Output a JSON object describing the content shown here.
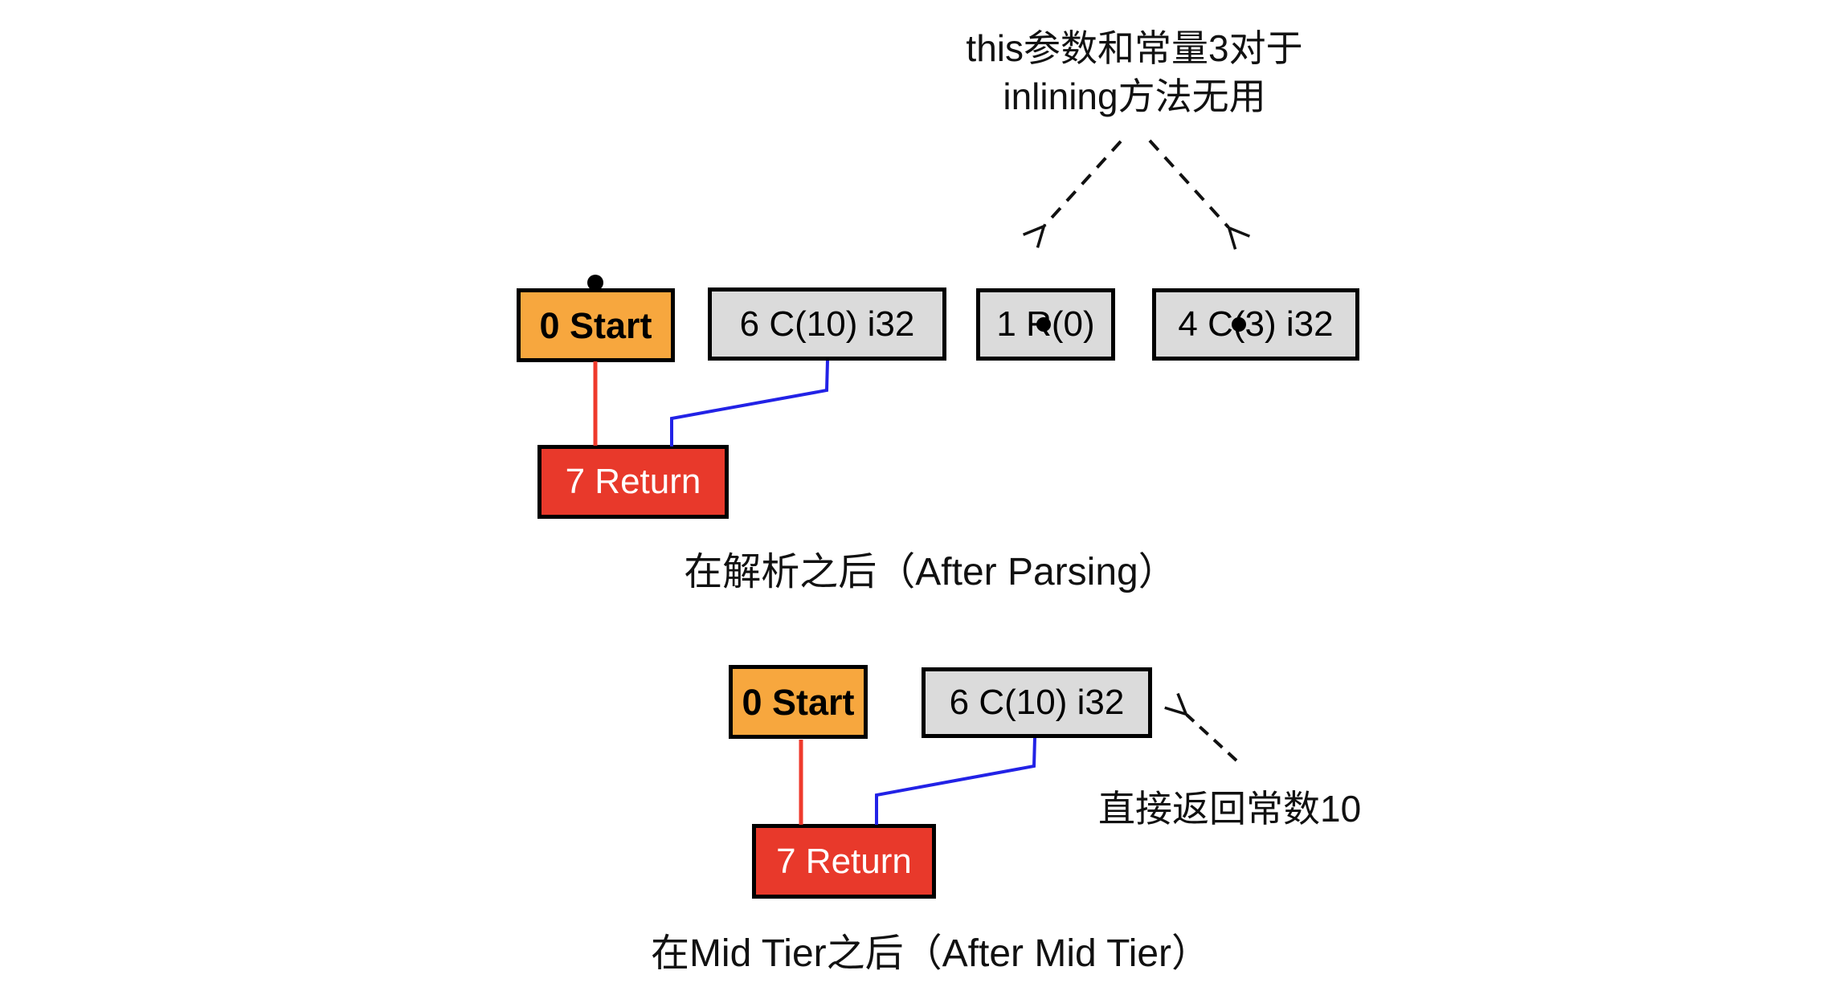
{
  "colors": {
    "start_fill": "#F7A73E",
    "const_fill": "#DBDBDB",
    "return_fill": "#E8392B",
    "control_edge": "#EF3A2C",
    "data_edge": "#2222E6",
    "annotation": "#111111"
  },
  "top_note": {
    "line1": "this参数和常量3对于",
    "line2": "inlining方法无用"
  },
  "after_parsing": {
    "caption": "在解析之后（After Parsing）",
    "nodes": {
      "start": "0 Start",
      "const10": "6 C(10) i32",
      "param": "1 R(0)",
      "const3": "4 C(3) i32",
      "ret": "7 Return"
    },
    "edges": [
      {
        "from": "0 Start",
        "to": "7 Return",
        "type": "control"
      },
      {
        "from": "6 C(10) i32",
        "to": "7 Return",
        "type": "data"
      }
    ]
  },
  "after_mid_tier": {
    "caption": "在Mid Tier之后（After Mid Tier）",
    "note": "直接返回常数10",
    "nodes": {
      "start": "0 Start",
      "const10": "6 C(10) i32",
      "ret": "7 Return"
    },
    "edges": [
      {
        "from": "0 Start",
        "to": "7 Return",
        "type": "control"
      },
      {
        "from": "6 C(10) i32",
        "to": "7 Return",
        "type": "data"
      }
    ]
  }
}
